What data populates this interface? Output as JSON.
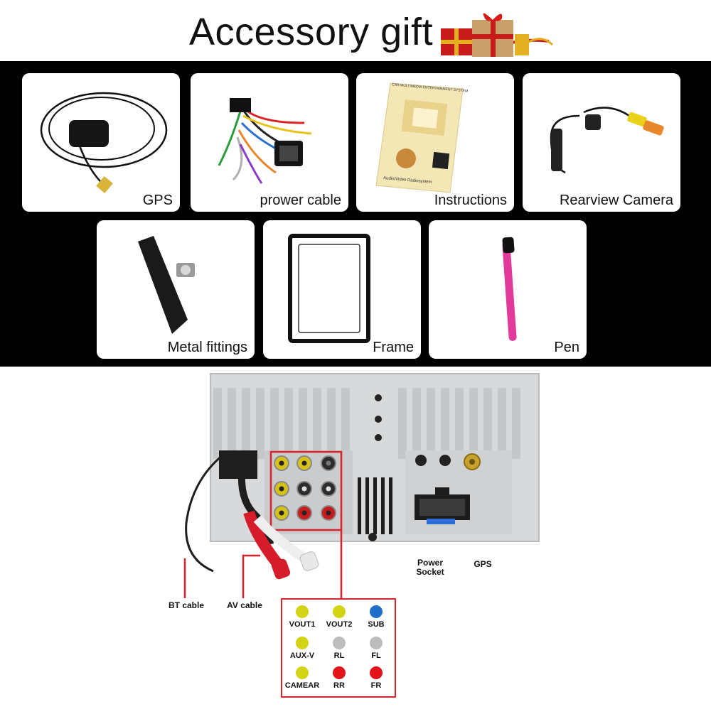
{
  "header": {
    "title": "Accessory gift"
  },
  "accessories": [
    {
      "label": "GPS"
    },
    {
      "label": "prower cable"
    },
    {
      "label": "Instructions"
    },
    {
      "label": "Rearview Camera"
    },
    {
      "label": "Metal fittings"
    },
    {
      "label": "Frame"
    },
    {
      "label": "Pen"
    }
  ],
  "instructions_cover": {
    "header": "CAR MULTIMEDIA ENTERTAINMENT SYSTEM",
    "footer": "Audio/Video Radiosystem"
  },
  "diagram": {
    "callouts": {
      "bt_cable": "BT cable",
      "av_cable": "AV cable",
      "power_socket": "Power Socket",
      "gps": "GPS"
    },
    "legend": [
      {
        "label": "VOUT1",
        "color": "#d4d416"
      },
      {
        "label": "VOUT2",
        "color": "#d4d416"
      },
      {
        "label": "SUB",
        "color": "#1f6fc9"
      },
      {
        "label": "AUX-V",
        "color": "#d4d416"
      },
      {
        "label": "RL",
        "color": "#bdbdbd"
      },
      {
        "label": "FL",
        "color": "#bdbdbd"
      },
      {
        "label": "CAMEAR",
        "color": "#d4d416"
      },
      {
        "label": "RR",
        "color": "#e3121b"
      },
      {
        "label": "FR",
        "color": "#e3121b"
      }
    ],
    "highlight_color": "#d8232a"
  }
}
